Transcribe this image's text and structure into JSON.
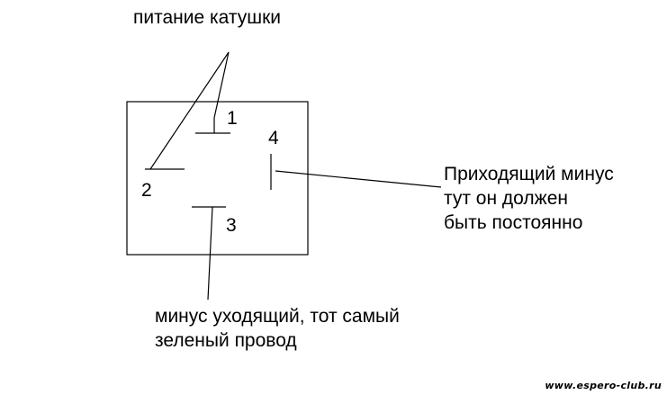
{
  "labels": {
    "coil_power": "питание катушки",
    "incoming_minus": [
      "Приходящий минус",
      "тут он должен",
      "быть постоянно"
    ],
    "outgoing_minus": [
      "минус уходящий, тот самый",
      "зеленый провод"
    ]
  },
  "pins": {
    "pin1": "1",
    "pin2": "2",
    "pin3": "3",
    "pin4": "4"
  },
  "watermark": "www.espero-club.ru",
  "colors": {
    "background": "#ffffff",
    "stroke": "#000000",
    "text": "#000000"
  }
}
